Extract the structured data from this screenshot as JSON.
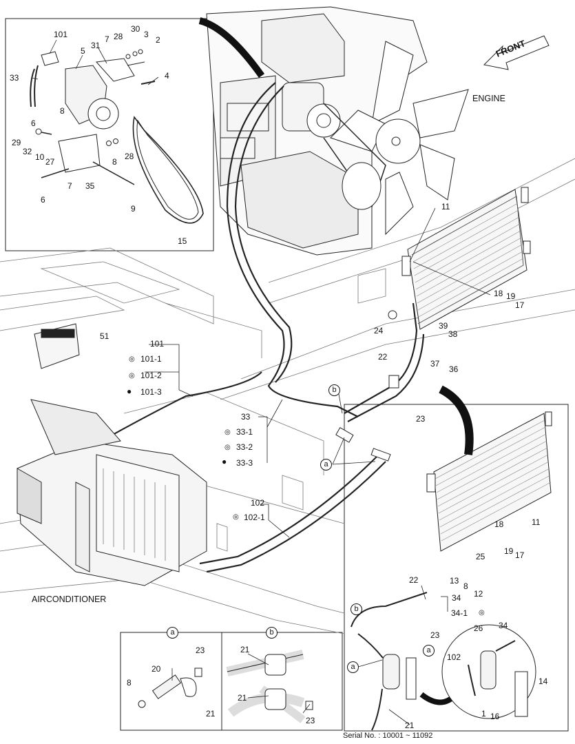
{
  "labels": {
    "front": "FRONT",
    "engine": "ENGINE",
    "airconditioner": "AIRCONDITIONER",
    "serial": "Serial No. : 10001 ~ 11092"
  },
  "callouts": {
    "p101": "101",
    "p5": "5",
    "p7": "7",
    "p28": "28",
    "p30": "30",
    "p3": "3",
    "p2": "2",
    "p31": "31",
    "p33": "33",
    "p4": "4",
    "p8": "8",
    "p6": "6",
    "p29": "29",
    "p32": "32",
    "p10": "10",
    "p27": "27",
    "p8b": "8",
    "p28b": "28",
    "p7b": "7",
    "p35": "35",
    "p6b": "6",
    "p9": "9",
    "p15": "15",
    "p11": "11",
    "p18": "18",
    "p19": "19",
    "p17": "17",
    "p39": "39",
    "p38": "38",
    "p24": "24",
    "p37": "37",
    "p36": "36",
    "p22": "22",
    "p23": "23",
    "p51": "51",
    "p101m": "101",
    "p101_1": "101-1",
    "p101_2": "101-2",
    "p101_3": "101-3",
    "p33m": "33",
    "p33_1": "33-1",
    "p33_2": "33-2",
    "p33_3": "33-3",
    "p102": "102",
    "p102_1": "102-1",
    "p11b": "11",
    "p18b": "18",
    "p19b": "19",
    "p17b": "17",
    "p25": "25",
    "p13": "13",
    "p8c": "8",
    "p12": "12",
    "p22b": "22",
    "p34": "34",
    "p34_1": "34-1",
    "p23b": "23",
    "p26": "26",
    "p34b": "34",
    "p102b": "102",
    "p14": "14",
    "p1": "1",
    "p16": "16",
    "p21": "21",
    "p23c": "23",
    "p20": "20",
    "p8d": "8",
    "p21b": "21",
    "p21c": "21",
    "p21d": "21",
    "p23d": "23"
  },
  "markers": {
    "a": "a",
    "b": "b"
  }
}
